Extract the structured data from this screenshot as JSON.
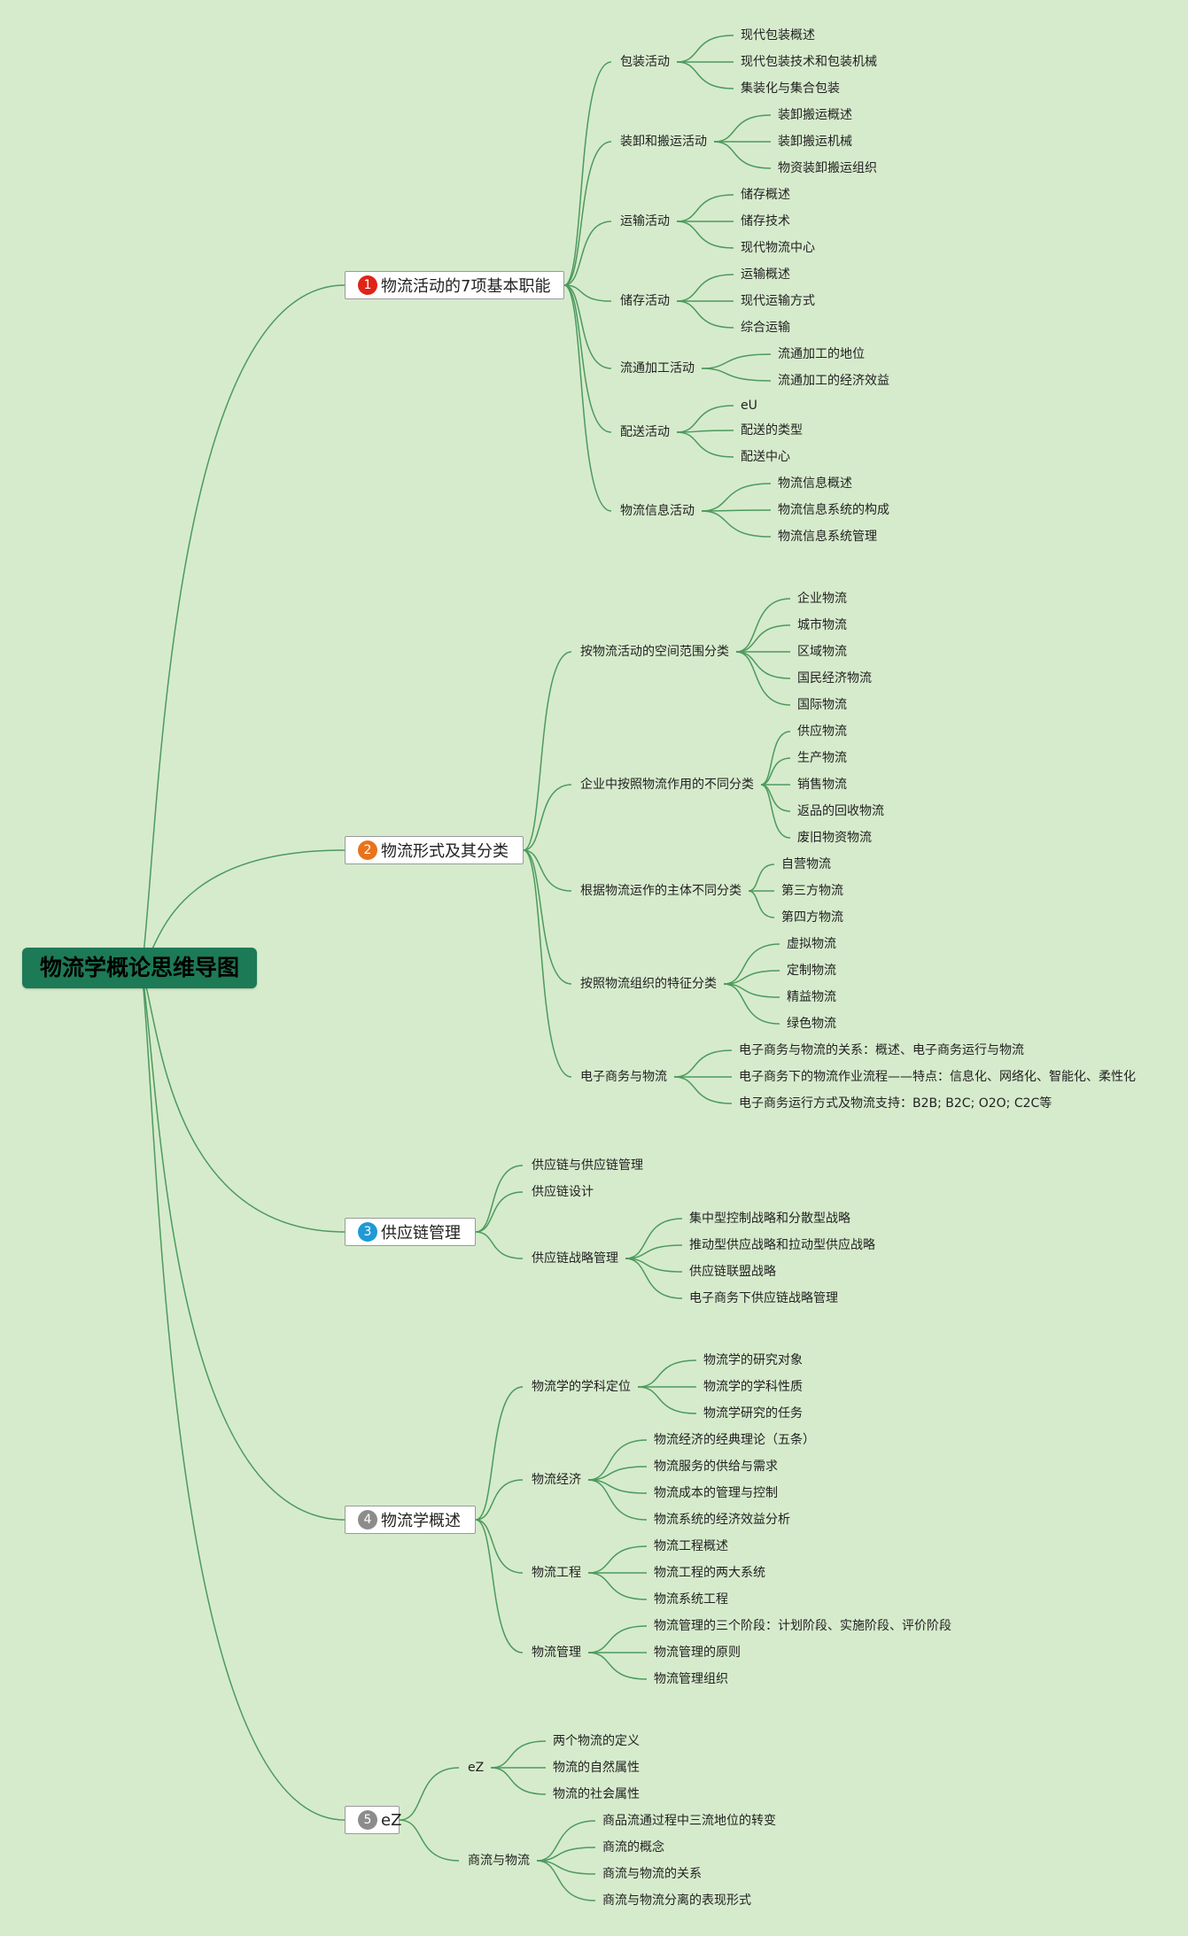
{
  "root": {
    "label": "物流学概论思维导图",
    "color": "#1d7a56"
  },
  "line_color": "#4c9a5e",
  "branches": [
    {
      "num": "1",
      "badge_color": "#e02418",
      "label": "物流活动的7项基本职能",
      "children": [
        {
          "label": "包装活动",
          "children": [
            "现代包装概述",
            "现代包装技术和包装机械",
            "集装化与集合包装"
          ]
        },
        {
          "label": "装卸和搬运活动",
          "children": [
            "装卸搬运概述",
            "装卸搬运机械",
            "物资装卸搬运组织"
          ]
        },
        {
          "label": "运输活动",
          "children": [
            "储存概述",
            "储存技术",
            "现代物流中心"
          ]
        },
        {
          "label": "储存活动",
          "children": [
            "运输概述",
            "现代运输方式",
            "综合运输"
          ]
        },
        {
          "label": "流通加工活动",
          "children": [
            "流通加工的地位",
            "流通加工的经济效益"
          ]
        },
        {
          "label": "配送活动",
          "children": [
            "eU",
            "配送的类型",
            "配送中心"
          ]
        },
        {
          "label": "物流信息活动",
          "children": [
            "物流信息概述",
            "物流信息系统的构成",
            "物流信息系统管理"
          ]
        }
      ]
    },
    {
      "num": "2",
      "badge_color": "#e8731c",
      "label": "物流形式及其分类",
      "children": [
        {
          "label": "按物流活动的空间范围分类",
          "children": [
            "企业物流",
            "城市物流",
            "区域物流",
            "国民经济物流",
            "国际物流"
          ]
        },
        {
          "label": "企业中按照物流作用的不同分类",
          "children": [
            "供应物流",
            "生产物流",
            "销售物流",
            "返品的回收物流",
            "废旧物资物流"
          ]
        },
        {
          "label": "根据物流运作的主体不同分类",
          "children": [
            "自营物流",
            "第三方物流",
            "第四方物流"
          ]
        },
        {
          "label": "按照物流组织的特征分类",
          "children": [
            "虚拟物流",
            "定制物流",
            "精益物流",
            "绿色物流"
          ]
        },
        {
          "label": "电子商务与物流",
          "children": [
            "电子商务与物流的关系：概述、电子商务运行与物流",
            "电子商务下的物流作业流程——特点：信息化、网络化、智能化、柔性化",
            "电子商务运行方式及物流支持：B2B; B2C; O2O; C2C等"
          ]
        }
      ]
    },
    {
      "num": "3",
      "badge_color": "#1e9ad6",
      "label": "供应链管理",
      "children": [
        {
          "label": "供应链与供应链管理",
          "children": []
        },
        {
          "label": "供应链设计",
          "children": []
        },
        {
          "label": "供应链战略管理",
          "children": [
            "集中型控制战略和分散型战略",
            "推动型供应战略和拉动型供应战略",
            "供应链联盟战略",
            "电子商务下供应链战略管理"
          ]
        }
      ]
    },
    {
      "num": "4",
      "badge_color": "#8c8c8c",
      "label": "物流学概述",
      "children": [
        {
          "label": "物流学的学科定位",
          "children": [
            "物流学的研究对象",
            "物流学的学科性质",
            "物流学研究的任务"
          ]
        },
        {
          "label": "物流经济",
          "children": [
            "物流经济的经典理论（五条）",
            "物流服务的供给与需求",
            "物流成本的管理与控制",
            "物流系统的经济效益分析"
          ]
        },
        {
          "label": "物流工程",
          "children": [
            "物流工程概述",
            "物流工程的两大系统",
            "物流系统工程"
          ]
        },
        {
          "label": "物流管理",
          "children": [
            "物流管理的三个阶段：计划阶段、实施阶段、评价阶段",
            "物流管理的原则",
            "物流管理组织"
          ]
        }
      ]
    },
    {
      "num": "5",
      "badge_color": "#8c8c8c",
      "label": "eZ",
      "children": [
        {
          "label": "eZ",
          "children": [
            "两个物流的定义",
            "物流的自然属性",
            "物流的社会属性"
          ]
        },
        {
          "label": "商流与物流",
          "children": [
            "商品流通过程中三流地位的转变",
            "商流的概念",
            "商流与物流的关系",
            "商流与物流分离的表现形式"
          ]
        }
      ]
    }
  ]
}
